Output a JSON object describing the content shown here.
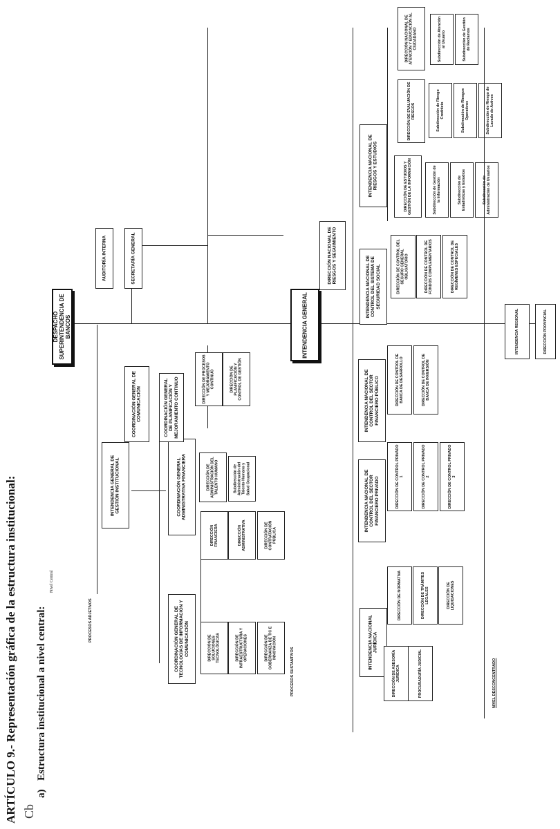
{
  "page": {
    "heading": "ARTÍCULO 9.- Representación gráfica de la estructura institucional:",
    "subheading_prefix": "a)",
    "subheading": "Estructura institucional a nivel central:",
    "small_note": "Nivel Central",
    "margin_mark": "Cb"
  },
  "diagram": {
    "root": "DESPACHO SUPERINTENDENCIA DE BANCOS",
    "intendencia_general": "INTENDENCIA GENERAL",
    "staff_units": [
      "AUDITORÍA INTERNA",
      "SECRETARÍA GENERAL"
    ],
    "direccion_riesgos": "DIRECCIÓN NACIONAL DE RIESGOS Y SEGUIMIENTO",
    "section_labels": {
      "adjetivos": "PROCESOS ADJETIVOS",
      "sustantivos": "PROCESOS SUSTANTIVOS",
      "desconcentrado": "NIVEL DESCONCENTRADO"
    },
    "adjetivos": {
      "intendencia_gestion": "INTENDENCIA GENERAL DE GESTIÓN INSTITUCIONAL",
      "coord_tecnologia": "COORDINACIÓN GENERAL DE TECNOLOGÍAS DE INFORMACIÓN Y COMUNICACIÓN",
      "tec_direcciones": [
        "DIRECCIÓN DE SOLUCIONES TECNOLÓGICAS",
        "DIRECCIÓN DE INFRAESTRUCTURA Y OPERACIONES",
        "DIRECCIÓN DE GOBERNANZA DE TIC E INNOVACIÓN"
      ],
      "coord_administrativa": "COORDINACIÓN GENERAL ADMINISTRATIVA FINANCIERA",
      "adm_direcciones": [
        "DIRECCIÓN FINANCIERA",
        "DIRECCIÓN ADMINISTRATIVA",
        "DIRECCIÓN DE CONTRATACIÓN PÚBLICA"
      ],
      "dir_talento": "DIRECCIÓN DE ADMINISTRACIÓN DEL TALENTO HUMANO",
      "subdir_talento": "Subdirección de Administración del Talento Humano y Salud Ocupacional",
      "coord_comunicacion": "COORDINACIÓN GENERAL DE COMUNICACIÓN",
      "coord_planificacion": "COORDINACIÓN GENERAL DE PLANIFICACIÓN Y MEJORAMIENTO CONTINUO",
      "plan_direcciones": [
        "DIRECCIÓN DE PROCESOS Y MEJORAMIENTO CONTINUO",
        "DIRECCIÓN DE PLANIFICACIÓN Y CONTROL DE GESTIÓN"
      ]
    },
    "sustantivos": {
      "juridica": "INTENDENCIA NACIONAL JURÍDICA",
      "juridica_left": [
        "DIRECCIÓN DE ASESORÍA JURÍDICA",
        "PROCURADURÍA JUDICIAL"
      ],
      "juridica_right": [
        "DIRECCIÓN DE NORMATIVA",
        "DIRECCIÓN DE TRÁMITES LEGALES",
        "DIRECCIÓN DE LIQUIDACIONES"
      ],
      "privado": "INTENDENCIA NACIONAL DE CONTROL DEL SECTOR FINANCIERO PRIVADO",
      "privado_direcciones": [
        "DIRECCIÓN DE CONTROL PRIVADO 1",
        "DIRECCIÓN DE CONTROL PRIVADO 2",
        "DIRECCIÓN DE CONTROL PRIVADO 3"
      ],
      "publico": "INTENDENCIA NACIONAL DE CONTROL DEL SECTOR FINANCIERO PÚBLICO",
      "publico_direcciones": [
        "DIRECCIÓN DE CONTROL DE BANCA DE DESARROLLO",
        "DIRECCIÓN DE CONTROL DE BANCA DE INVERSIÓN"
      ],
      "seguridad": "INTENDENCIA NACIONAL DE CONTROL DEL SISTEMA DE SEGURIDAD SOCIAL",
      "seguridad_direcciones": [
        "DIRECCIÓN DE CONTROL DEL SEGURO GENERAL OBLIGATORIO",
        "DIRECCIÓN DE CONTROL DE FONDOS COMPLEMENTARIOS",
        "DIRECCIÓN DE CONTROL DE REGÍMENES ESPECIALES"
      ],
      "riesgos_intendencia": "INTENDENCIA NACIONAL DE RIESGOS Y ESTUDIOS",
      "estudios": "DIRECCIÓN DE ESTUDIOS Y GESTIÓN DE LA INFORMACIÓN",
      "estudios_sub": [
        "Subdirección de Gestión de la Información",
        "Subdirección de Estadísticas y Estudios",
        "Subdirección de Administración de Usuarios"
      ],
      "evaluacion": "DIRECCIÓN DE EVALUACIÓN DE RIESGOS",
      "evaluacion_sub": [
        "Subdirección de Riesgo Crediticio",
        "Subdirección de Riesgos Operativos",
        "Subdirección de Riesgo de Lavado de Activos"
      ],
      "atencion": "DIRECCIÓN NACIONAL DE ATENCIÓN Y EDUCACIÓN AL CIUDADANO",
      "atencion_sub": [
        "Subdirección de Atención al Usuario",
        "Subdirección de Gestión de Reclamos"
      ]
    },
    "desconcentrado": [
      "INTENDENCIA REGIONAL",
      "DIRECCIÓN PROVINCIAL"
    ]
  }
}
